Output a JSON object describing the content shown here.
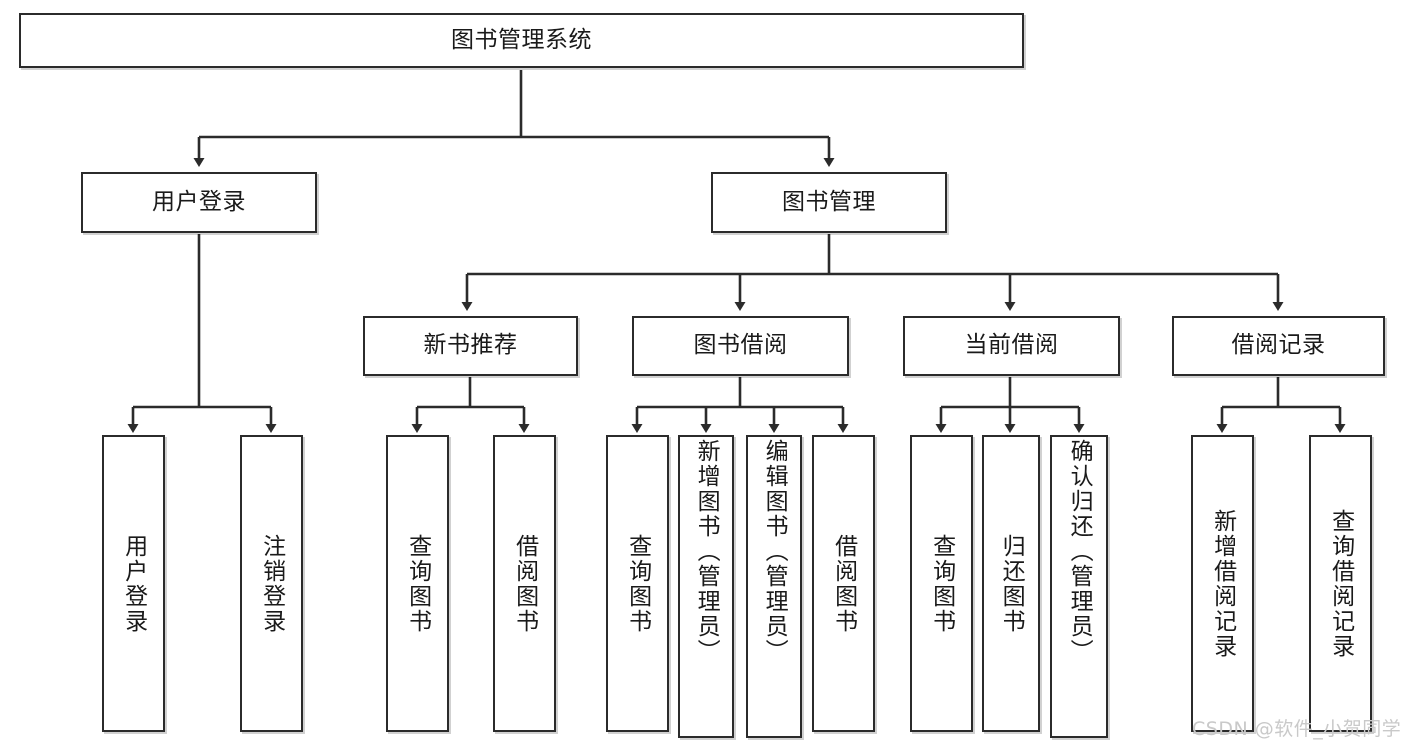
{
  "diagram": {
    "title": "图书管理系统",
    "type": "tree-hierarchy-chart",
    "colors": {
      "box_border": "#2b2b2b",
      "box_fill": "#ffffff",
      "edge": "#2b2b2b",
      "text": "#1a1a1a",
      "watermark": "#c9c9c9",
      "background": "#ffffff"
    }
  },
  "nodes": {
    "root": {
      "label": "图书管理系统"
    },
    "level2": [
      {
        "label": "用户登录"
      },
      {
        "label": "图书管理"
      }
    ],
    "level3": [
      {
        "label": "新书推荐"
      },
      {
        "label": "图书借阅"
      },
      {
        "label": "当前借阅"
      },
      {
        "label": "借阅记录"
      }
    ],
    "leaves": {
      "user_login": [
        {
          "label": "用户登录"
        },
        {
          "label": "注销登录"
        }
      ],
      "new_book": [
        {
          "label": "查询图书"
        },
        {
          "label": "借阅图书"
        }
      ],
      "book_borrow": [
        {
          "label": "查询图书"
        },
        {
          "label": "新增图书（管理员）"
        },
        {
          "label": "编辑图书（管理员）"
        },
        {
          "label": "借阅图书"
        }
      ],
      "current_borrow": [
        {
          "label": "查询图书"
        },
        {
          "label": "归还图书"
        },
        {
          "label": "确认归还（管理员）"
        }
      ],
      "borrow_record": [
        {
          "label": "新增借阅记录"
        },
        {
          "label": "查询借阅记录"
        }
      ]
    }
  },
  "watermark": {
    "text": "CSDN @软件_小贺同学"
  }
}
